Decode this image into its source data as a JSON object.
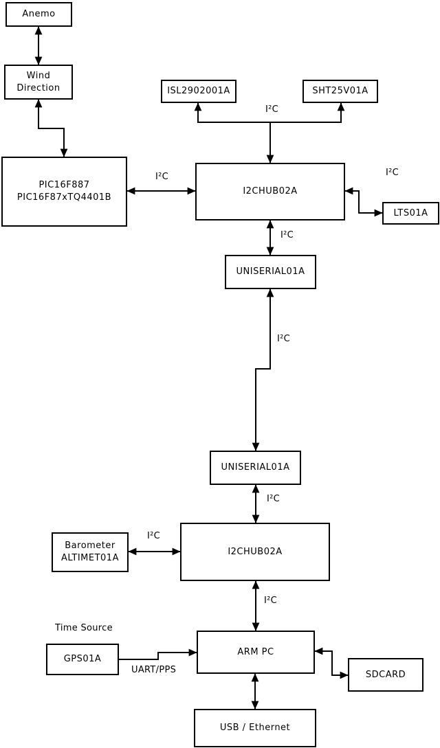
{
  "diagram": {
    "type": "block-diagram",
    "background": "#ffffff",
    "line_color": "#000000",
    "nodes": {
      "anemo": {
        "label": "Anemo"
      },
      "wind_direction": {
        "label": "Wind\nDirection"
      },
      "pic": {
        "label": "PIC16F887\nPIC16F87xTQ4401B"
      },
      "isl": {
        "label": "ISL2902001A"
      },
      "sht": {
        "label": "SHT25V01A"
      },
      "hub1": {
        "label": "I2CHUB02A"
      },
      "lts": {
        "label": "LTS01A"
      },
      "uniserial1": {
        "label": "UNISERIAL01A"
      },
      "uniserial2": {
        "label": "UNISERIAL01A"
      },
      "barometer": {
        "label": "Barometer\nALTIMET01A"
      },
      "hub2": {
        "label": "I2CHUB02A"
      },
      "gps": {
        "label": "GPS01A"
      },
      "arm_pc": {
        "label": "ARM PC"
      },
      "sdcard": {
        "label": "SDCARD"
      },
      "usb_ethernet": {
        "label": "USB / Ethernet"
      }
    },
    "labels": {
      "i2c": "I²C",
      "uart_pps": "UART/PPS",
      "time_source": "Time Source"
    },
    "edges": [
      {
        "from": "anemo",
        "to": "wind_direction",
        "bidirectional": true,
        "label": ""
      },
      {
        "from": "wind_direction",
        "to": "pic",
        "bidirectional": true,
        "label": ""
      },
      {
        "from": "pic",
        "to": "hub1",
        "bidirectional": true,
        "label": "I²C"
      },
      {
        "from": "hub1",
        "to": "isl",
        "bidirectional": true,
        "label": "I²C"
      },
      {
        "from": "hub1",
        "to": "sht",
        "bidirectional": true,
        "label": "I²C"
      },
      {
        "from": "hub1",
        "to": "lts",
        "bidirectional": true,
        "label": "I²C"
      },
      {
        "from": "hub1",
        "to": "uniserial1",
        "bidirectional": true,
        "label": "I²C"
      },
      {
        "from": "uniserial1",
        "to": "uniserial2",
        "bidirectional": true,
        "label": "I²C"
      },
      {
        "from": "uniserial2",
        "to": "hub2",
        "bidirectional": true,
        "label": "I²C"
      },
      {
        "from": "barometer",
        "to": "hub2",
        "bidirectional": true,
        "label": "I²C"
      },
      {
        "from": "hub2",
        "to": "arm_pc",
        "bidirectional": true,
        "label": "I²C"
      },
      {
        "from": "gps",
        "to": "arm_pc",
        "bidirectional": false,
        "label": "UART/PPS"
      },
      {
        "from": "arm_pc",
        "to": "sdcard",
        "bidirectional": true,
        "label": ""
      },
      {
        "from": "arm_pc",
        "to": "usb_ethernet",
        "bidirectional": true,
        "label": ""
      }
    ]
  }
}
